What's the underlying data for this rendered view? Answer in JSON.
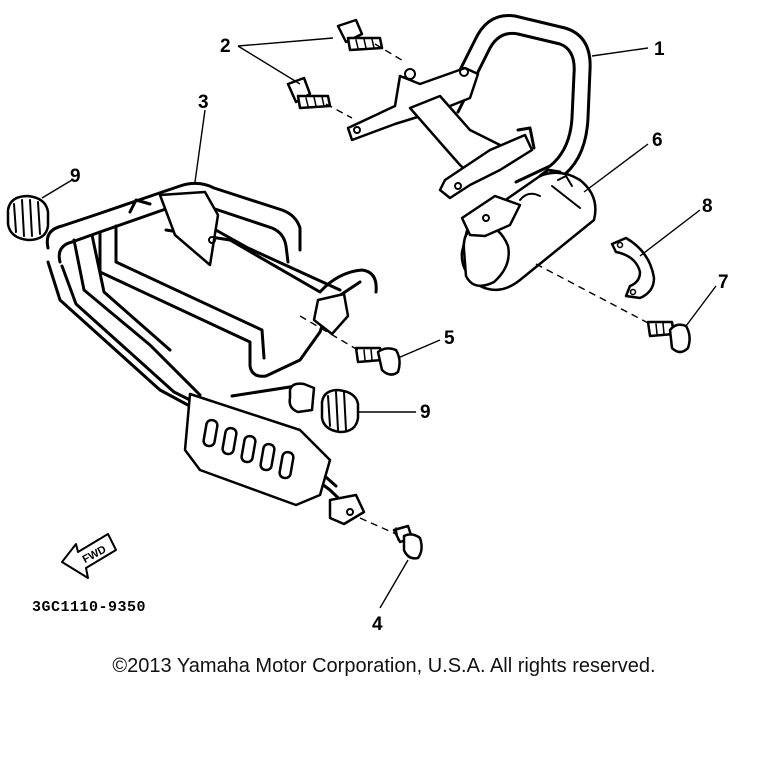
{
  "diagram": {
    "callouts": {
      "c1": "1",
      "c2": "2",
      "c3": "3",
      "c4": "4",
      "c5": "5",
      "c6": "6",
      "c7": "7",
      "c8": "8",
      "c9a": "9",
      "c9b": "9"
    },
    "fwd_label": "FWD",
    "doc_code": "3GC1110-9350"
  },
  "footer": {
    "copyright": "©2013 Yamaha Motor Corporation, U.S.A. All rights reserved."
  }
}
